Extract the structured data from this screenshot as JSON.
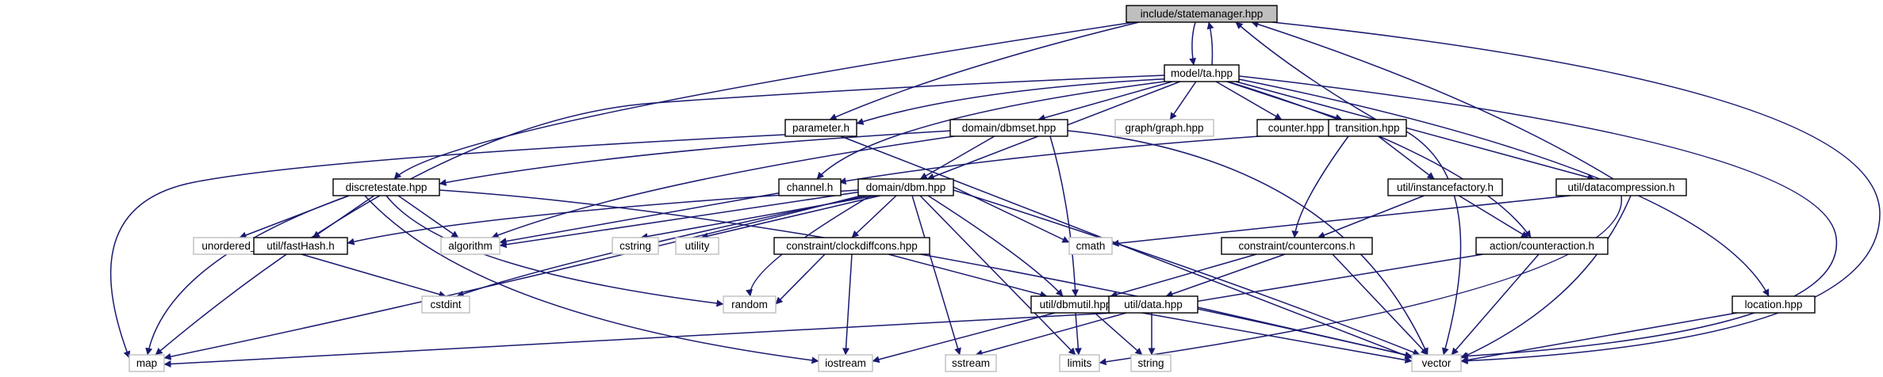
{
  "graph": {
    "colors": {
      "edge": "#191970",
      "root_fill": "#bfbfbf",
      "internal_border": "#000000",
      "external_border": "#bfbfbf"
    },
    "nodes": {
      "statemanager": {
        "label": "include/statemanager.hpp",
        "kind": "root"
      },
      "ta": {
        "label": "model/ta.hpp",
        "kind": "int"
      },
      "parameter": {
        "label": "parameter.h",
        "kind": "int"
      },
      "dbmset": {
        "label": "domain/dbmset.hpp",
        "kind": "int"
      },
      "graph": {
        "label": "graph/graph.hpp",
        "kind": "ext"
      },
      "counter": {
        "label": "counter.hpp",
        "kind": "int"
      },
      "transition": {
        "label": "transition.hpp",
        "kind": "int"
      },
      "discretestate": {
        "label": "discretestate.hpp",
        "kind": "int"
      },
      "channel": {
        "label": "channel.h",
        "kind": "int"
      },
      "dbm": {
        "label": "domain/dbm.hpp",
        "kind": "int"
      },
      "instancefactory": {
        "label": "util/instancefactory.h",
        "kind": "int"
      },
      "datacompression": {
        "label": "util/datacompression.h",
        "kind": "int"
      },
      "unordered_map": {
        "label": "unordered_map",
        "kind": "ext"
      },
      "fasthash": {
        "label": "util/fastHash.h",
        "kind": "int"
      },
      "algorithm": {
        "label": "algorithm",
        "kind": "ext"
      },
      "cstring": {
        "label": "cstring",
        "kind": "ext"
      },
      "utility": {
        "label": "utility",
        "kind": "ext"
      },
      "clockdiffcons": {
        "label": "constraint/clockdiffcons.hpp",
        "kind": "int"
      },
      "cmath": {
        "label": "cmath",
        "kind": "ext"
      },
      "countercons": {
        "label": "constraint/countercons.h",
        "kind": "int"
      },
      "counteraction": {
        "label": "action/counteraction.h",
        "kind": "int"
      },
      "cstdint": {
        "label": "cstdint",
        "kind": "ext"
      },
      "random": {
        "label": "random",
        "kind": "ext"
      },
      "dbmutil": {
        "label": "util/dbmutil.hpp",
        "kind": "int"
      },
      "data": {
        "label": "util/data.hpp",
        "kind": "int"
      },
      "location": {
        "label": "location.hpp",
        "kind": "int"
      },
      "map": {
        "label": "map",
        "kind": "ext"
      },
      "iostream": {
        "label": "iostream",
        "kind": "ext"
      },
      "sstream": {
        "label": "sstream",
        "kind": "ext"
      },
      "limits": {
        "label": "limits",
        "kind": "ext"
      },
      "string": {
        "label": "string",
        "kind": "ext"
      },
      "vector": {
        "label": "vector",
        "kind": "ext"
      }
    },
    "edges": [
      [
        "statemanager",
        "ta"
      ],
      [
        "statemanager",
        "parameter"
      ],
      [
        "statemanager",
        "discretestate"
      ],
      [
        "statemanager",
        "vector"
      ],
      [
        "ta",
        "statemanager"
      ],
      [
        "ta",
        "parameter"
      ],
      [
        "ta",
        "dbmset"
      ],
      [
        "ta",
        "graph"
      ],
      [
        "ta",
        "counter"
      ],
      [
        "ta",
        "transition"
      ],
      [
        "ta",
        "channel"
      ],
      [
        "ta",
        "dbm"
      ],
      [
        "ta",
        "map"
      ],
      [
        "ta",
        "datacompression"
      ],
      [
        "ta",
        "counteraction"
      ],
      [
        "ta",
        "location"
      ],
      [
        "ta",
        "vector"
      ],
      [
        "transition",
        "statemanager"
      ],
      [
        "datacompression",
        "statemanager"
      ],
      [
        "parameter",
        "map"
      ],
      [
        "parameter",
        "vector"
      ],
      [
        "dbmset",
        "discretestate"
      ],
      [
        "dbmset",
        "dbm"
      ],
      [
        "dbmset",
        "algorithm"
      ],
      [
        "dbmset",
        "dbmutil"
      ],
      [
        "dbmset",
        "vector"
      ],
      [
        "transition",
        "channel"
      ],
      [
        "transition",
        "instancefactory"
      ],
      [
        "transition",
        "countercons"
      ],
      [
        "transition",
        "vector"
      ],
      [
        "discretestate",
        "unordered_map"
      ],
      [
        "discretestate",
        "fasthash"
      ],
      [
        "discretestate",
        "algorithm"
      ],
      [
        "discretestate",
        "map"
      ],
      [
        "discretestate",
        "random"
      ],
      [
        "discretestate",
        "iostream"
      ],
      [
        "discretestate",
        "vector"
      ],
      [
        "channel",
        "algorithm"
      ],
      [
        "dbm",
        "fasthash"
      ],
      [
        "dbm",
        "algorithm"
      ],
      [
        "dbm",
        "cstring"
      ],
      [
        "dbm",
        "utility"
      ],
      [
        "dbm",
        "clockdiffcons"
      ],
      [
        "dbm",
        "cmath"
      ],
      [
        "dbm",
        "cstdint"
      ],
      [
        "dbm",
        "random"
      ],
      [
        "dbm",
        "dbmutil"
      ],
      [
        "dbm",
        "map"
      ],
      [
        "dbm",
        "sstream"
      ],
      [
        "dbm",
        "limits"
      ],
      [
        "dbm",
        "vector"
      ],
      [
        "instancefactory",
        "countercons"
      ],
      [
        "instancefactory",
        "counteraction"
      ],
      [
        "datacompression",
        "cmath"
      ],
      [
        "datacompression",
        "vector"
      ],
      [
        "datacompression",
        "limits"
      ],
      [
        "fasthash",
        "cstdint"
      ],
      [
        "clockdiffcons",
        "random"
      ],
      [
        "clockdiffcons",
        "iostream"
      ],
      [
        "clockdiffcons",
        "dbmutil"
      ],
      [
        "countercons",
        "dbmutil"
      ],
      [
        "countercons",
        "data"
      ],
      [
        "countercons",
        "vector"
      ],
      [
        "counteraction",
        "data"
      ],
      [
        "counteraction",
        "vector"
      ],
      [
        "dbmutil",
        "iostream"
      ],
      [
        "dbmutil",
        "limits"
      ],
      [
        "dbmutil",
        "string"
      ],
      [
        "dbmutil",
        "vector"
      ],
      [
        "data",
        "map"
      ],
      [
        "data",
        "sstream"
      ],
      [
        "data",
        "string"
      ],
      [
        "data",
        "vector"
      ],
      [
        "location",
        "vector"
      ]
    ]
  }
}
